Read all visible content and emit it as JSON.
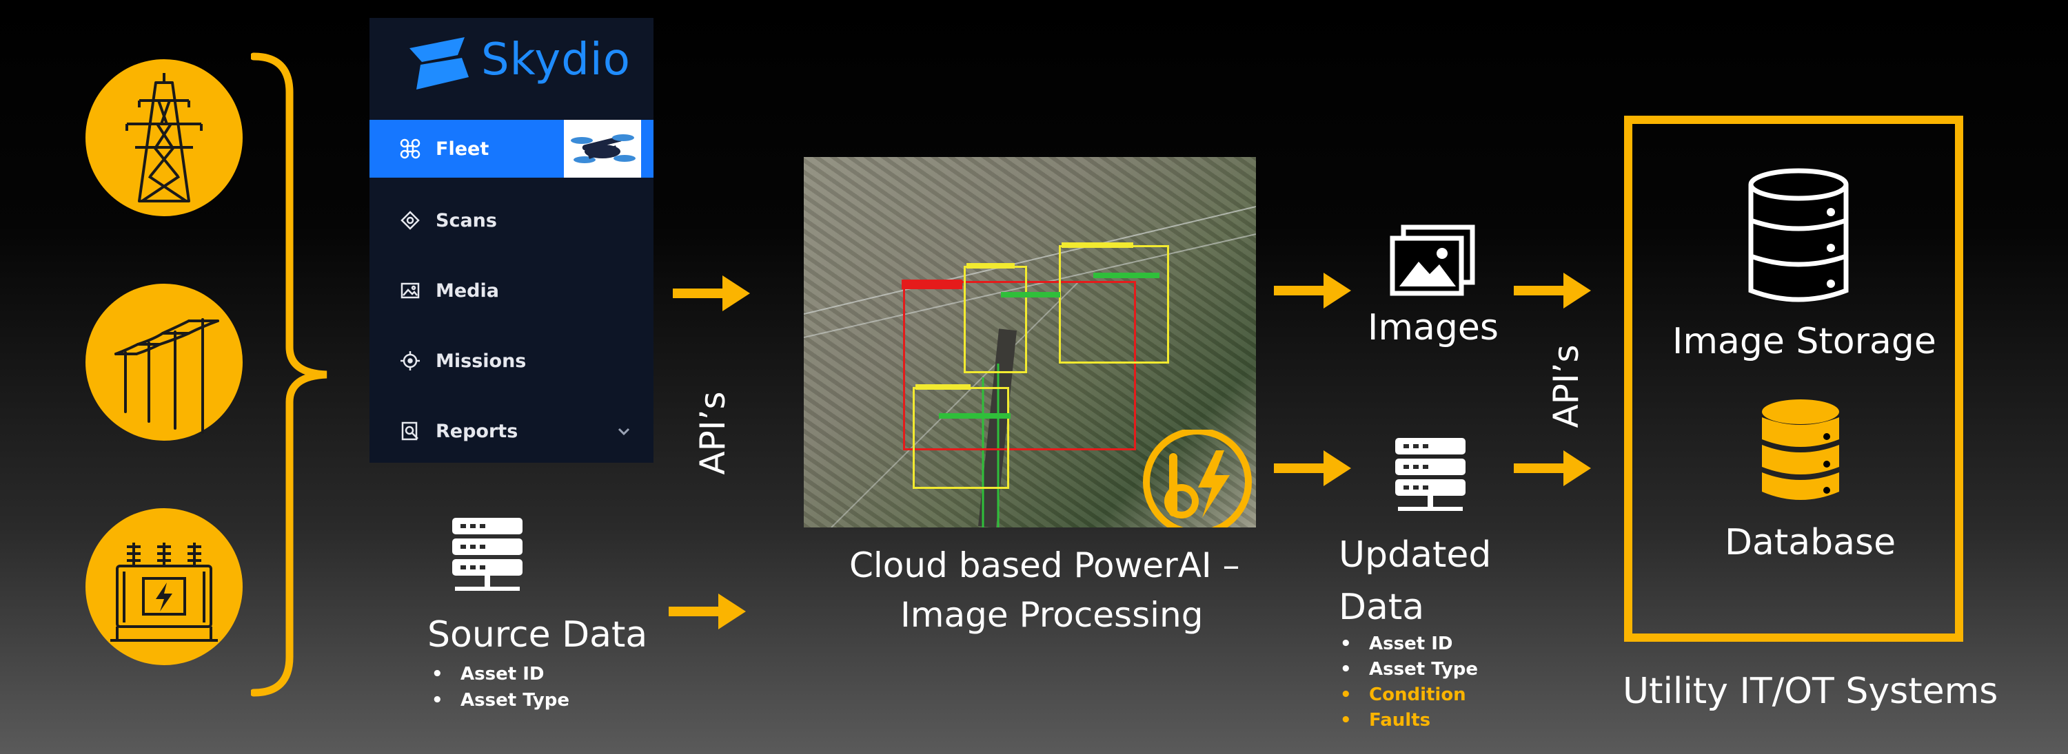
{
  "skydio": {
    "brand": "Skydio",
    "nav": [
      {
        "label": "Fleet",
        "icon": "fleet-icon",
        "active": true
      },
      {
        "label": "Scans",
        "icon": "scans-icon"
      },
      {
        "label": "Media",
        "icon": "media-icon"
      },
      {
        "label": "Missions",
        "icon": "missions-icon"
      },
      {
        "label": "Reports",
        "icon": "reports-icon"
      }
    ]
  },
  "source": {
    "title": "Source Data",
    "bullets": [
      "Asset ID",
      "Asset Type"
    ]
  },
  "apis_left": "API’s",
  "apis_right": "API’s",
  "processing": {
    "title_line1": "Cloud based PowerAI –",
    "title_line2": "Image Processing"
  },
  "images": {
    "title": "Images"
  },
  "updated": {
    "title_line1": "Updated",
    "title_line2": "Data",
    "bullets": [
      {
        "text": "Asset ID",
        "color": "#ffffff"
      },
      {
        "text": "Asset Type",
        "color": "#ffffff"
      },
      {
        "text": "Condition",
        "color": "#fbb400"
      },
      {
        "text": "Faults",
        "color": "#fbb400"
      }
    ]
  },
  "systems": {
    "storage": "Image Storage",
    "database": "Database",
    "title": "Utility IT/OT Systems"
  },
  "colors": {
    "accent": "#fbb400",
    "skydio_blue": "#1677ff",
    "panel_bg": "#0d1526"
  }
}
